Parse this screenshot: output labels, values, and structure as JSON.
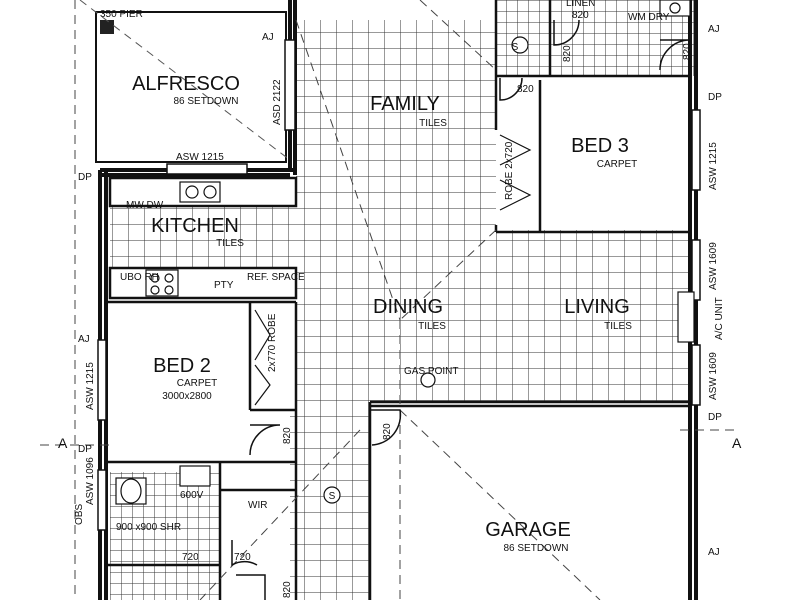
{
  "rooms": {
    "alfresco": {
      "name": "ALFRESCO",
      "note": "86 SETDOWN"
    },
    "family": {
      "name": "FAMILY",
      "finish": "TILES"
    },
    "bed3": {
      "name": "BED 3",
      "finish": "CARPET"
    },
    "kitchen": {
      "name": "KITCHEN",
      "finish": "TILES"
    },
    "dining": {
      "name": "DINING",
      "finish": "TILES"
    },
    "living": {
      "name": "LIVING",
      "finish": "TILES"
    },
    "bed2": {
      "name": "BED 2",
      "finish": "CARPET",
      "size": "3000x2800"
    },
    "garage": {
      "name": "GARAGE",
      "note": "86 SETDOWN"
    }
  },
  "labels": {
    "pier": "350 PIER",
    "linen": "LINEN",
    "linen_size": "820",
    "wm_dry": "WM DRY",
    "aj": "AJ",
    "dp": "DP",
    "door_820": "820",
    "asd_2122": "ASD 2122",
    "asw_1215": "ASW 1215",
    "asw_1609": "ASW 1609",
    "asw_1096": "ASW 1096",
    "obs": "OBS",
    "robe_2720": "ROBE 2x720",
    "robe_2770": "2x770 ROBE",
    "mw_dw": "MW DW",
    "ubo_rh": "UBO RH",
    "pty": "PTY",
    "ref_space": "REF. SPACE",
    "ac_unit": "A/C UNIT",
    "gas_point": "GAS POINT",
    "section_a": "A",
    "shower": "900 x900 SHR",
    "vanity": "600V",
    "wir": "WIR",
    "door_720": "720",
    "door_r720": "720",
    "s_mark": "S"
  }
}
